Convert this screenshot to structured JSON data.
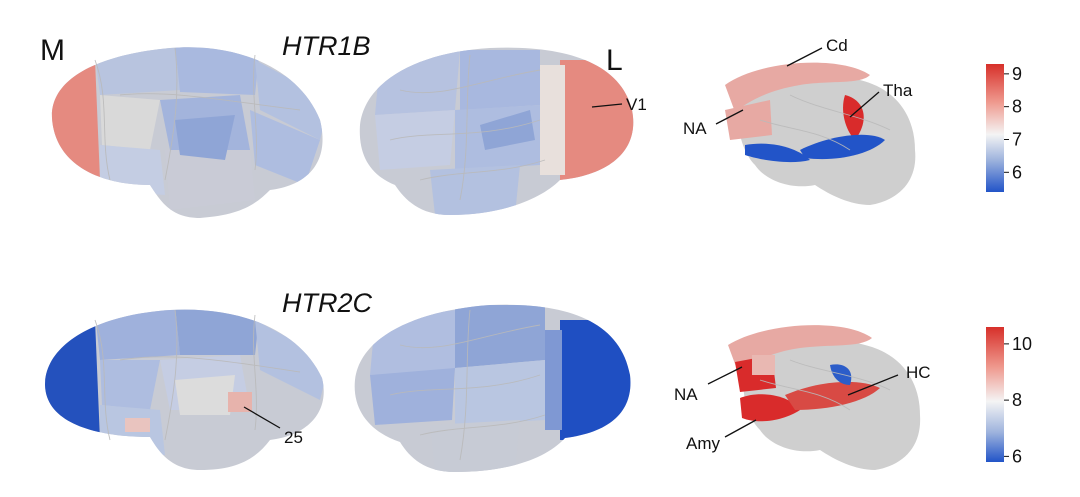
{
  "panels": [
    {
      "id": "htr1b",
      "title": "HTR1B",
      "view_left": "M",
      "view_right": "L",
      "annotations": {
        "v1": "V1",
        "cd": "Cd",
        "tha": "Tha",
        "na": "NA"
      },
      "colorbar": {
        "ticks": [
          "9",
          "8",
          "7",
          "6"
        ],
        "min": 5.4,
        "max": 9.3
      }
    },
    {
      "id": "htr2c",
      "title": "HTR2C",
      "annotations": {
        "area25": "25",
        "na": "NA",
        "hc": "HC",
        "amy": "Amy"
      },
      "colorbar": {
        "ticks": [
          "10",
          "8",
          "6"
        ],
        "min": 5.8,
        "max": 10.6
      }
    }
  ],
  "colors": {
    "deep_red": "#d7302a",
    "light_red": "#ef9a8f",
    "white": "#f2f2f2",
    "light_blue": "#9eb3dd",
    "deep_blue": "#2254c8",
    "surface_gray": "#c9c9c9",
    "subcortex_gray": "#cfcfcf"
  }
}
